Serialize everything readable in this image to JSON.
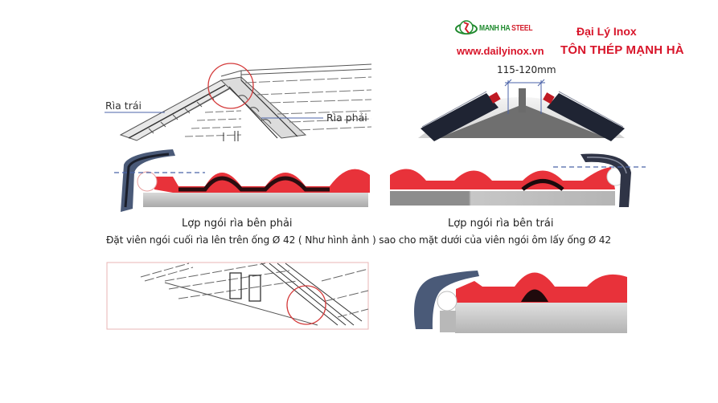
{
  "header": {
    "brand_left": "MANH HA",
    "brand_right": "STEEL",
    "website": "www.dailyinox.vn",
    "dealer_line": "Đại Lý Inox",
    "company_name": "TÔN THÉP MẠNH HÀ"
  },
  "diagram_top_left": {
    "label_left": "Rìa trái",
    "label_right": "Rìa phải"
  },
  "diagram_top_right": {
    "dimension": "115-120mm"
  },
  "diagram_middle": {
    "caption_left": "Lợp ngói rìa bên phải",
    "caption_right": "Lợp ngói rìa bên trái",
    "instruction": "Đặt viên ngói cuối rìa lên trên ống Ø 42 ( Như hình ảnh ) sao cho mặt dưới của viên ngói ôm lấy ống Ø 42"
  },
  "colors": {
    "brand_red": "#d8152a",
    "brand_green": "#1f8a2e",
    "tile_red": "#e8323a",
    "ridge_blue": "#4a5a78",
    "guide_line": "#3b5bab",
    "highlight_circle": "#d43a3a",
    "base_gray": "#bdbdbd"
  }
}
